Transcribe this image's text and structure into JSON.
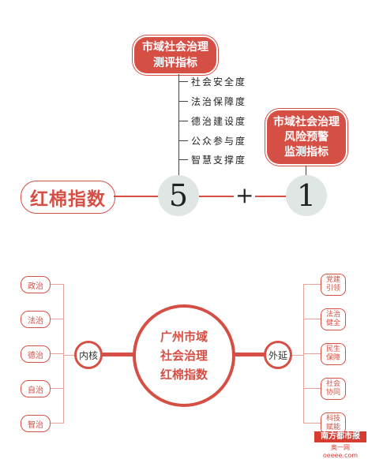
{
  "top": {
    "eval_box": [
      "市域社会治理",
      "测评指标"
    ],
    "indicators": [
      "社会安全度",
      "法治保障度",
      "德治建设度",
      "公众参与度",
      "智慧支撑度"
    ],
    "risk_box": [
      "市域社会治理",
      "风险预警",
      "监测指标"
    ],
    "brand": "红棉指数",
    "num_five": "5",
    "plus": "+",
    "num_one": "1"
  },
  "bottom": {
    "center": [
      "广州市域",
      "社会治理",
      "红棉指数"
    ],
    "inner_label": "内核",
    "outer_label": "外延",
    "left_items": [
      "政治",
      "法治",
      "德治",
      "自治",
      "智治"
    ],
    "right_items": [
      [
        "党建",
        "引领"
      ],
      [
        "法治",
        "健全"
      ],
      [
        "民生",
        "保障"
      ],
      [
        "社会",
        "协同"
      ],
      [
        "科技",
        "赋能"
      ]
    ]
  },
  "watermark": {
    "title": "南方都市报",
    "sub": "奥一网oeeee.com"
  },
  "colors": {
    "accent": "#d64f45",
    "circle": "#e0e6e4"
  }
}
